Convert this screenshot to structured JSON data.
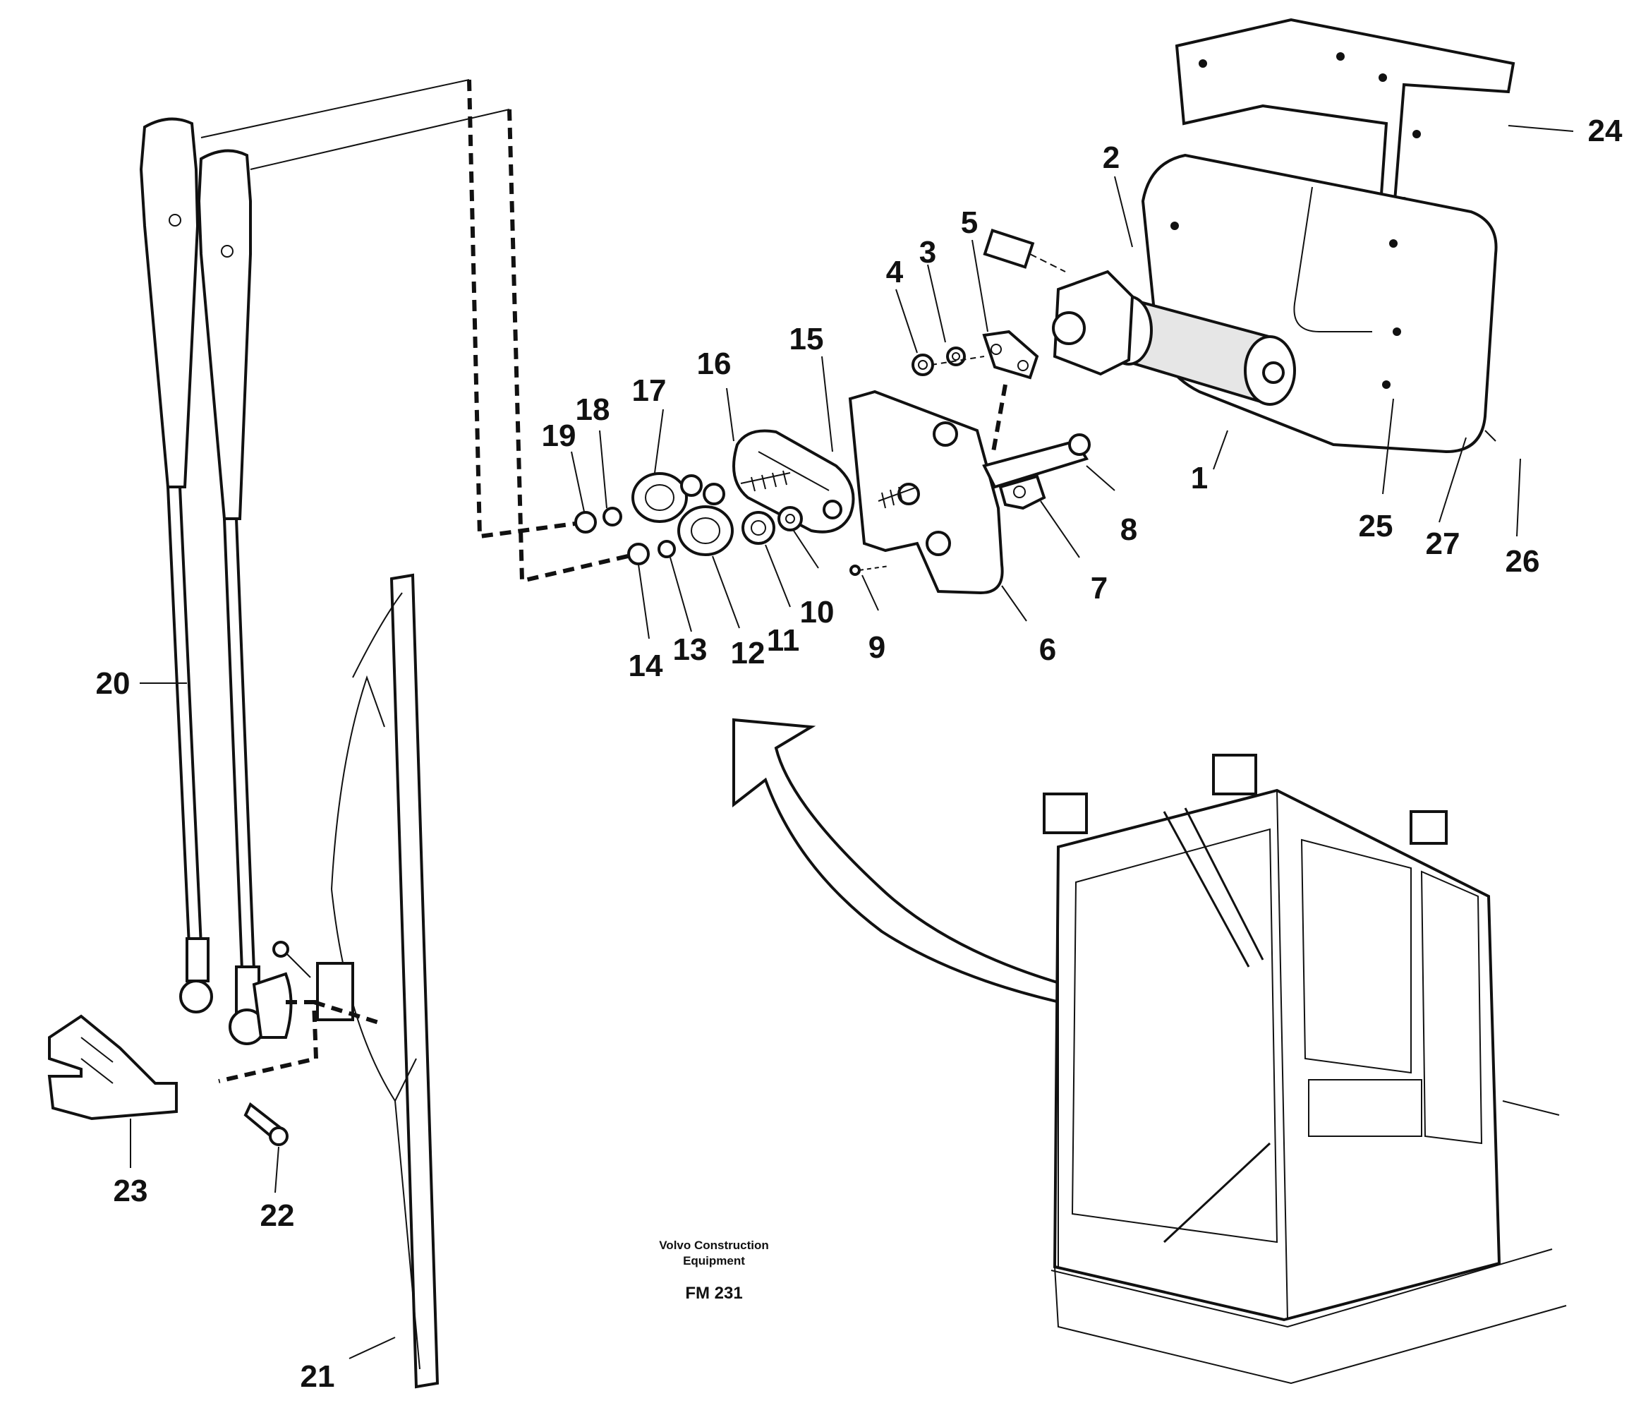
{
  "callouts": [
    "1",
    "2",
    "3",
    "4",
    "5",
    "6",
    "7",
    "8",
    "9",
    "10",
    "11",
    "12",
    "13",
    "14",
    "15",
    "16",
    "17",
    "18",
    "19",
    "20",
    "21",
    "22",
    "23",
    "24",
    "25",
    "26",
    "27"
  ],
  "caption": {
    "company_line1": "Volvo Construction",
    "company_line2": "Equipment",
    "figure_code": "FM 231"
  }
}
